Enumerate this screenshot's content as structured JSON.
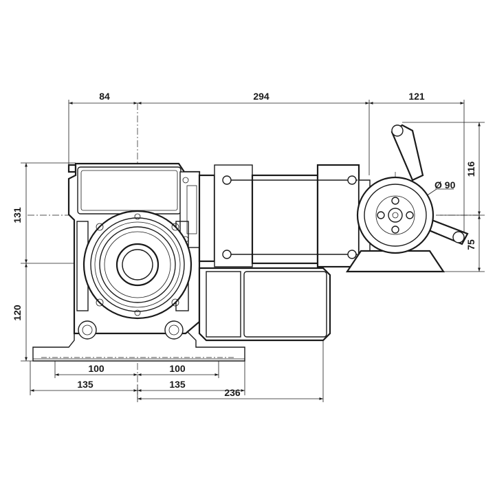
{
  "dimensions": {
    "top_left": "84",
    "top_middle": "294",
    "top_right": "121",
    "right_upper": "116",
    "right_lower": "75",
    "diameter": "Ø 90",
    "left_upper": "131",
    "left_lower": "120",
    "bottom_left_100": "100",
    "bottom_right_100": "100",
    "bottom_left_135": "135",
    "bottom_right_135": "135",
    "bottom_236": "236"
  },
  "colors": {
    "line": "#1a1a1a",
    "background": "#ffffff"
  }
}
